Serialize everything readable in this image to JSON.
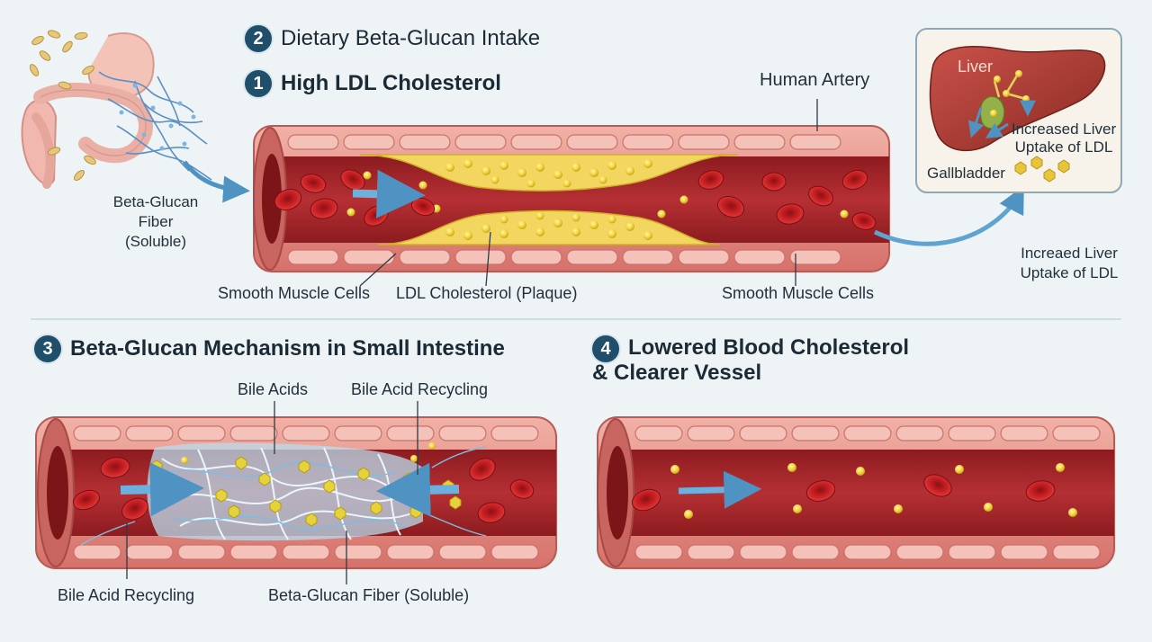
{
  "colors": {
    "background": "#eef4f6",
    "badge": "#1f4f6a",
    "vessel_wall": "#d9736e",
    "lumen": "#a8262a",
    "plaque": "#f0d34a",
    "red_cell": "#c92226",
    "fiber": "#6fb6d8",
    "arrow": "#5fa3d0",
    "liver": "#a83a2e"
  },
  "steps": {
    "step2": {
      "number": "2",
      "label": "Dietary Beta-Glucan Intake"
    },
    "step1": {
      "number": "1",
      "label": "High LDL Cholesterol"
    },
    "step3": {
      "number": "3",
      "label": "Beta-Glucan Mechanism in Small Intestine"
    },
    "step4": {
      "number": "4",
      "label_line1": "Lowered Blood Cholesterol",
      "label_line2": "& Clearer Vessel"
    }
  },
  "labels": {
    "beta_glucan_fiber_line1": "Beta-Glucan",
    "beta_glucan_fiber_line2": "Fiber",
    "beta_glucan_fiber_line3": "(Soluble)",
    "human_artery": "Human Artery",
    "smooth_muscle_left": "Smooth Muscle Cells",
    "ldl_plaque": "LDL Cholesterol (Plaque)",
    "smooth_muscle_right": "Smooth Muscle Cells",
    "liver": "Liver",
    "increased_liver_line1": "Increased Liver",
    "increased_liver_line2": "Uptake of LDL",
    "gallbladder": "Gallbladder",
    "increaed_liver_line1": "Increaed Liver",
    "increaed_liver_line2": "Uptake of LDL",
    "bile_acids": "Bile Acids",
    "bile_acid_recycling_top": "Bile Acid Recycling",
    "bile_acid_recycling_bottom": "Bile Acid Recycling",
    "beta_glucan_fiber_soluble": "Beta-Glucan Fiber (Soluble)"
  },
  "icons": {
    "gut": "intestine-icon",
    "grains": "oat-grain-icon",
    "liver": "liver-icon",
    "gallbladder": "gallbladder-icon"
  }
}
